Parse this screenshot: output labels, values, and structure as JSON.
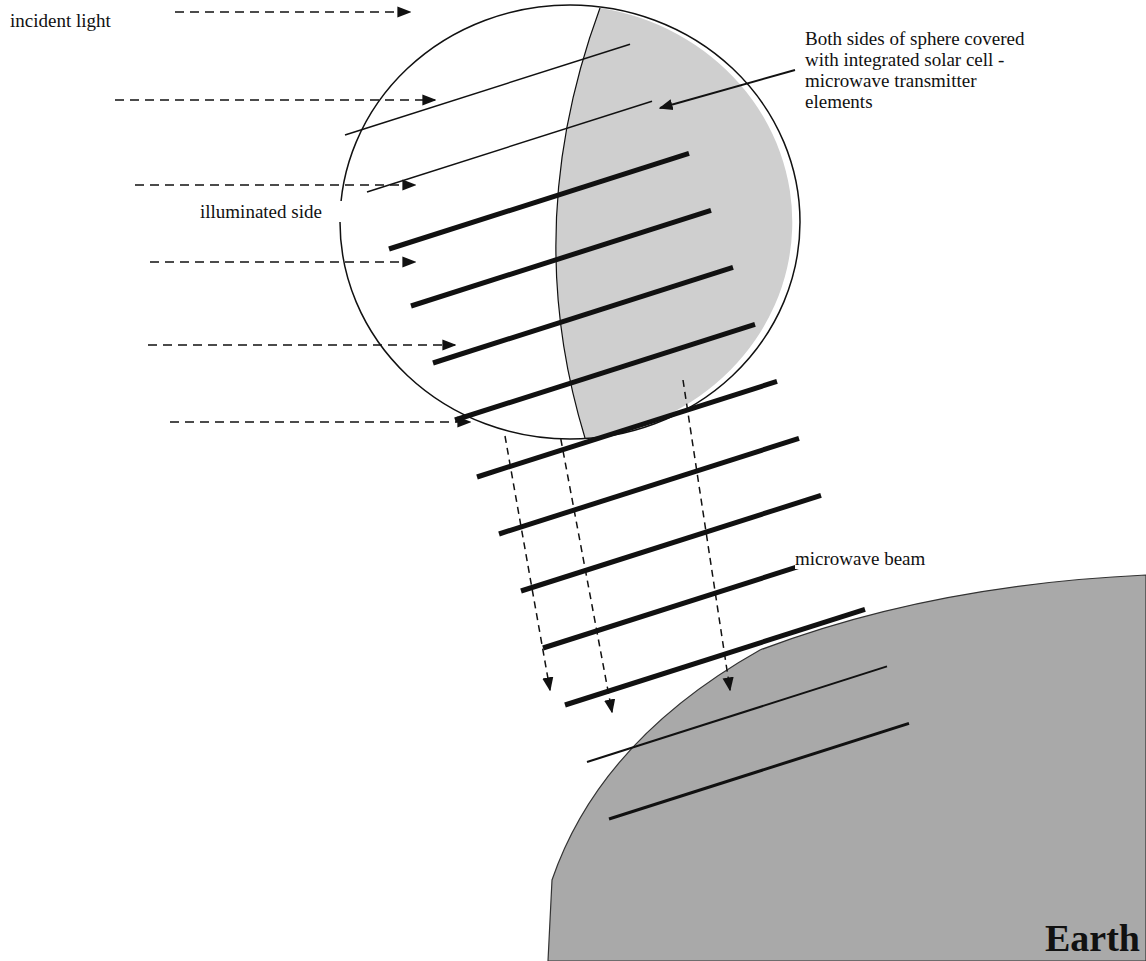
{
  "diagram": {
    "nodes": [
      {
        "text": [
          "illuminated side"
        ]
      },
      {
        "text": [
          "Earth"
        ]
      }
    ],
    "edges": [
      {
        "from": 0,
        "to": 1,
        "arrow": "to"
      }
    ],
    "labels": [
      "incident light",
      "Both sides of sphere covered with integrated solar cell - microwave transmitter elements",
      "microwave beam"
    ]
  }
}
